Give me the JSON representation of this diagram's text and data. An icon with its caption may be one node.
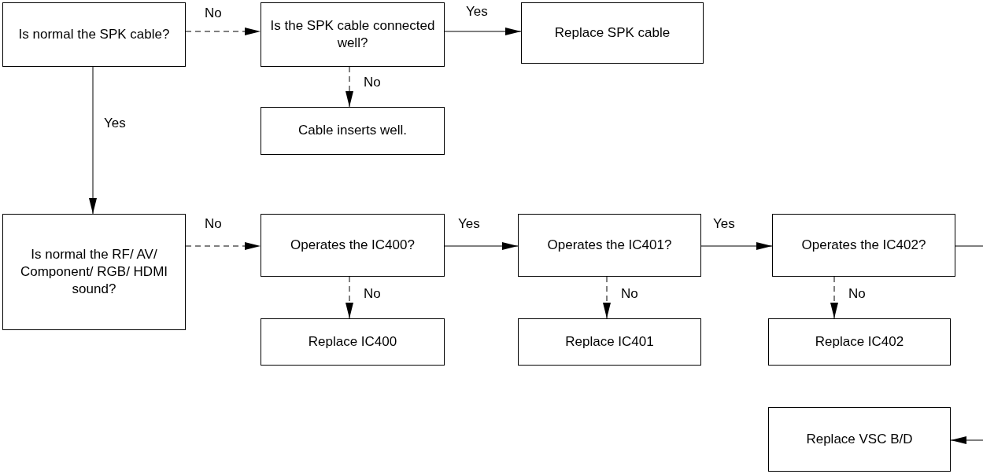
{
  "diagram": {
    "nodes": [
      {
        "text": [
          "Is normal the SPK cable?"
        ]
      },
      {
        "text": [
          "Is the SPK cable connected well?"
        ]
      },
      {
        "text": [
          "Replace SPK cable"
        ]
      },
      {
        "text": [
          "Cable inserts well."
        ]
      },
      {
        "text": [
          "Is normal the RF/ AV/ Component/ RGB/ HDMI sound?"
        ]
      },
      {
        "text": [
          "Operates the IC400?"
        ]
      },
      {
        "text": [
          "Operates the IC401?"
        ]
      },
      {
        "text": [
          "Operates the IC402?"
        ]
      },
      {
        "text": [
          "Replace IC400"
        ]
      },
      {
        "text": [
          "Replace IC401"
        ]
      },
      {
        "text": [
          "Replace IC402"
        ]
      },
      {
        "text": [
          "Replace VSC B/D"
        ]
      }
    ],
    "edges": [
      {
        "from": 0,
        "to": 1,
        "arrow": "to",
        "label": "No",
        "style": "dashed"
      },
      {
        "from": 1,
        "to": 2,
        "arrow": "to",
        "label": "Yes"
      },
      {
        "from": 1,
        "to": 3,
        "arrow": "to",
        "label": "No",
        "style": "dashed"
      },
      {
        "from": 0,
        "to": 4,
        "arrow": "to",
        "label": "Yes"
      },
      {
        "from": 4,
        "to": 5,
        "arrow": "to",
        "label": "No",
        "style": "dashed"
      },
      {
        "from": 5,
        "to": 6,
        "arrow": "to",
        "label": "Yes"
      },
      {
        "from": 6,
        "to": 7,
        "arrow": "to",
        "label": "Yes"
      },
      {
        "from": 5,
        "to": 8,
        "arrow": "to",
        "label": "No",
        "style": "dashed"
      },
      {
        "from": 6,
        "to": 9,
        "arrow": "to",
        "label": "No",
        "style": "dashed"
      },
      {
        "from": 7,
        "to": 10,
        "arrow": "to",
        "label": "No",
        "style": "dashed"
      },
      {
        "from": 7,
        "to": null,
        "arrow": "none"
      },
      {
        "from": null,
        "to": 11,
        "arrow": "to"
      }
    ]
  }
}
